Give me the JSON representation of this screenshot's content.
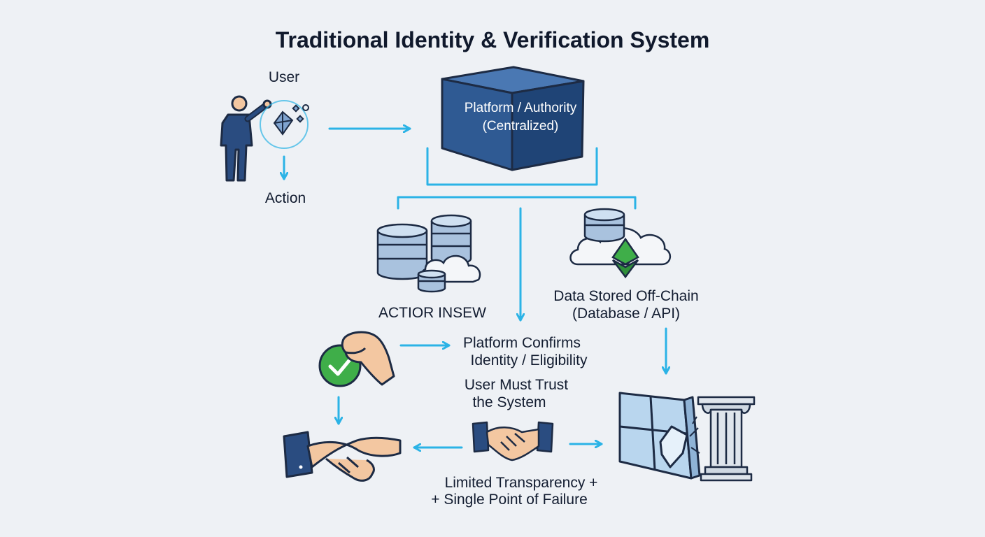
{
  "title": "Traditional Identity & Verification System",
  "nodes": {
    "user": "User",
    "action": "Action",
    "platform_line1": "Platform / Authority",
    "platform_line2": "(Centralized)",
    "action_insew": "ACTIOR INSEW",
    "offchain_line1": "Data Stored Off-Chain",
    "offchain_line2": "(Database / API)",
    "confirm_line1": "Platform Confirms",
    "confirm_line2": "Identity / Eligibility",
    "trust_line1": "User Must Trust",
    "trust_line2": "the System",
    "limited_line1": "Limited Transparency +",
    "limited_line2": "+ Single Point of Failure"
  },
  "icons": [
    "person-icon",
    "database-icon",
    "cloud-icon",
    "ethereum-icon",
    "check-badge-icon",
    "hand-icon",
    "handshake-icon",
    "broken-glass-icon",
    "pillar-icon"
  ],
  "colors": {
    "background": "#eef1f5",
    "arrow": "#2bb3e6",
    "cube_front": "#2f5a93",
    "cube_top": "#4a78b3",
    "cube_side": "#1f4476",
    "text": "#121c30",
    "outline": "#1d2b44",
    "check_green": "#3fae49",
    "skin": "#f3c7a1",
    "sleeve": "#2a4c80",
    "glass": "#b9d6ee"
  }
}
